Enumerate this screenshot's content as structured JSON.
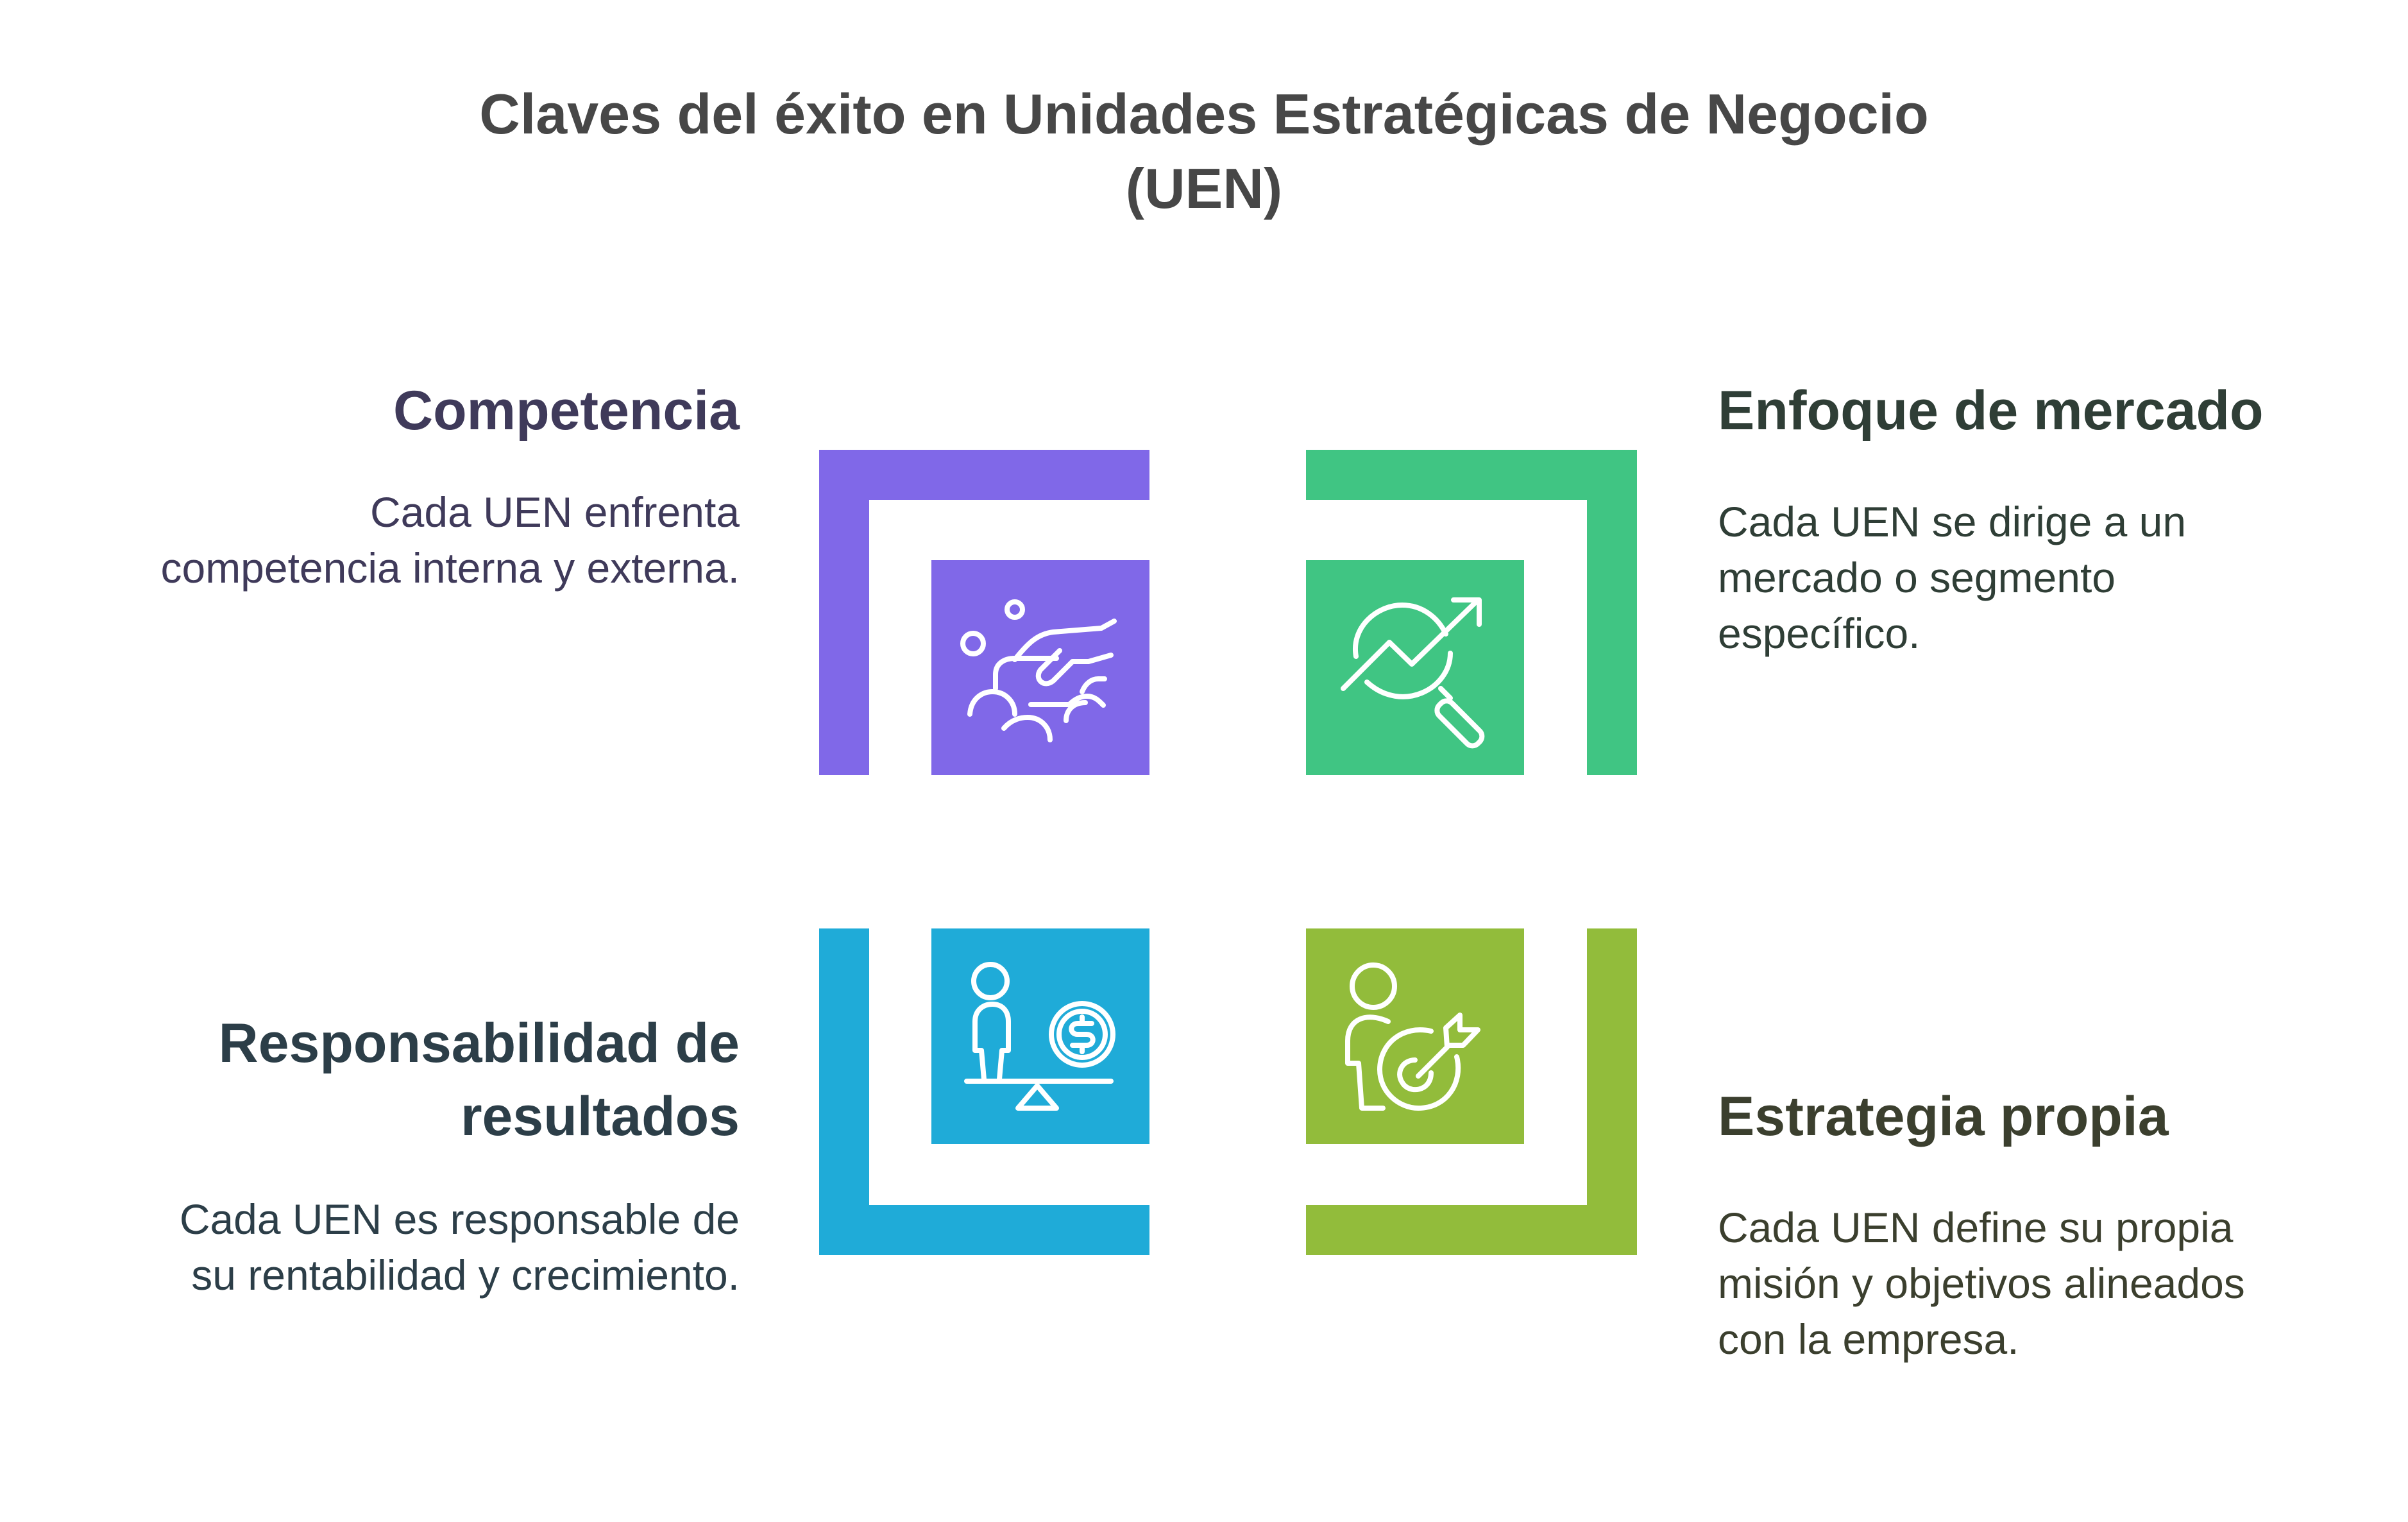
{
  "title": {
    "line1": "Claves del éxito en Unidades Estratégicas de Negocio",
    "line2": "(UEN)"
  },
  "items": [
    {
      "heading": "Competencia",
      "body": [
        "Cada UEN enfrenta",
        "competencia interna y externa."
      ],
      "color": "#8068E8",
      "icon": "hand-people-icon"
    },
    {
      "heading": "Enfoque de mercado",
      "body": [
        "Cada UEN se dirige a un",
        "mercado o segmento",
        "específico."
      ],
      "color": "#40C583",
      "icon": "market-analysis-icon"
    },
    {
      "heading_lines": [
        "Responsabilidad de",
        "resultados"
      ],
      "body": [
        "Cada UEN es responsable de",
        "su rentabilidad y crecimiento."
      ],
      "color": "#1FABD8",
      "icon": "balance-money-icon"
    },
    {
      "heading": "Estrategia propia",
      "body": [
        "Cada UEN define su propia",
        "misión y objetivos alineados",
        "con la empresa."
      ],
      "color": "#92BC3B",
      "icon": "person-target-icon"
    }
  ]
}
